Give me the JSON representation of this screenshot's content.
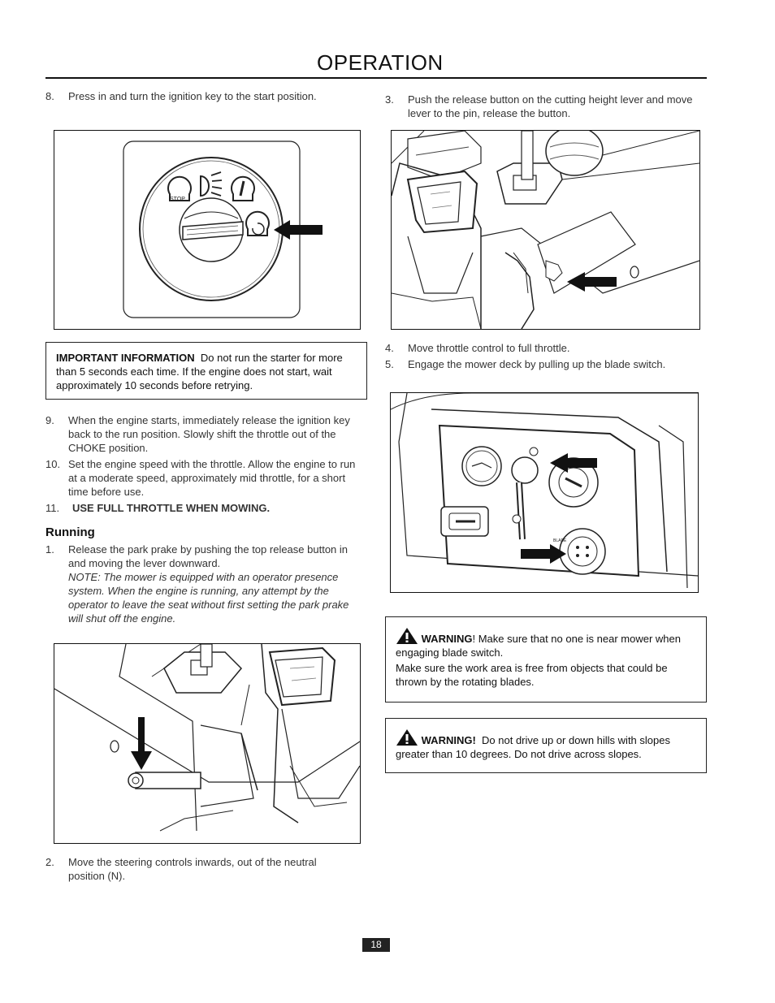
{
  "header": {
    "title": "OPERATION"
  },
  "left": {
    "step8": {
      "num": "8.",
      "text": "Press in and turn the ignition key to the start position."
    },
    "ignition_figure": {
      "stop_label": "STOP"
    },
    "important": {
      "label": "IMPORTANT INFORMATION",
      "text": "Do not run the starter for more than 5 seconds each time. If the engine does not start, wait approximately 10 seconds before retrying."
    },
    "step9": {
      "num": "9.",
      "text": "When the engine starts, immediately release the ignition key back to the run position. Slowly shift the throttle out of the CHOKE position."
    },
    "step10": {
      "num": "10.",
      "text": "Set the engine speed with the throttle. Allow the engine to run at a moderate speed, approximately mid throttle, for a short time before use."
    },
    "step11": {
      "num": "11.",
      "text": "USE FULL THROTTLE WHEN MOWING"
    },
    "running": {
      "heading": "Running",
      "step1": {
        "num": "1.",
        "text": "Release the park prake by pushing the top release button in and moving the lever downward."
      },
      "note": "NOTE: The mower is equipped with an operator presence system. When the engine is running, any attempt by the operator to leave the seat without first setting the park prake will shut off the engine."
    },
    "step2": {
      "num": "2.",
      "text": "Move the steering controls inwards, out of the neutral position (N)."
    }
  },
  "right": {
    "step3": {
      "num": "3.",
      "text": "Push the release button on the cutting height lever and move lever to the pin, release the button."
    },
    "step4": {
      "num": "4.",
      "text": "Move throttle control to full throttle."
    },
    "step5": {
      "num": "5.",
      "text": "Engage the mower deck by pulling up the blade switch."
    },
    "warning1": {
      "label": "WARNING",
      "text1": "! Make sure that no one is near mower when engaging blade switch.",
      "text2": "Make sure the work area is free from objects that could be thrown by the rotating blades."
    },
    "warning2": {
      "label": "WARNING!",
      "text": "Do not drive up or down hills with slopes greater than 10 degrees. Do not drive across slopes."
    },
    "panel_figure": {
      "blade_label": "BLADE"
    }
  },
  "footer": {
    "page": "18"
  }
}
